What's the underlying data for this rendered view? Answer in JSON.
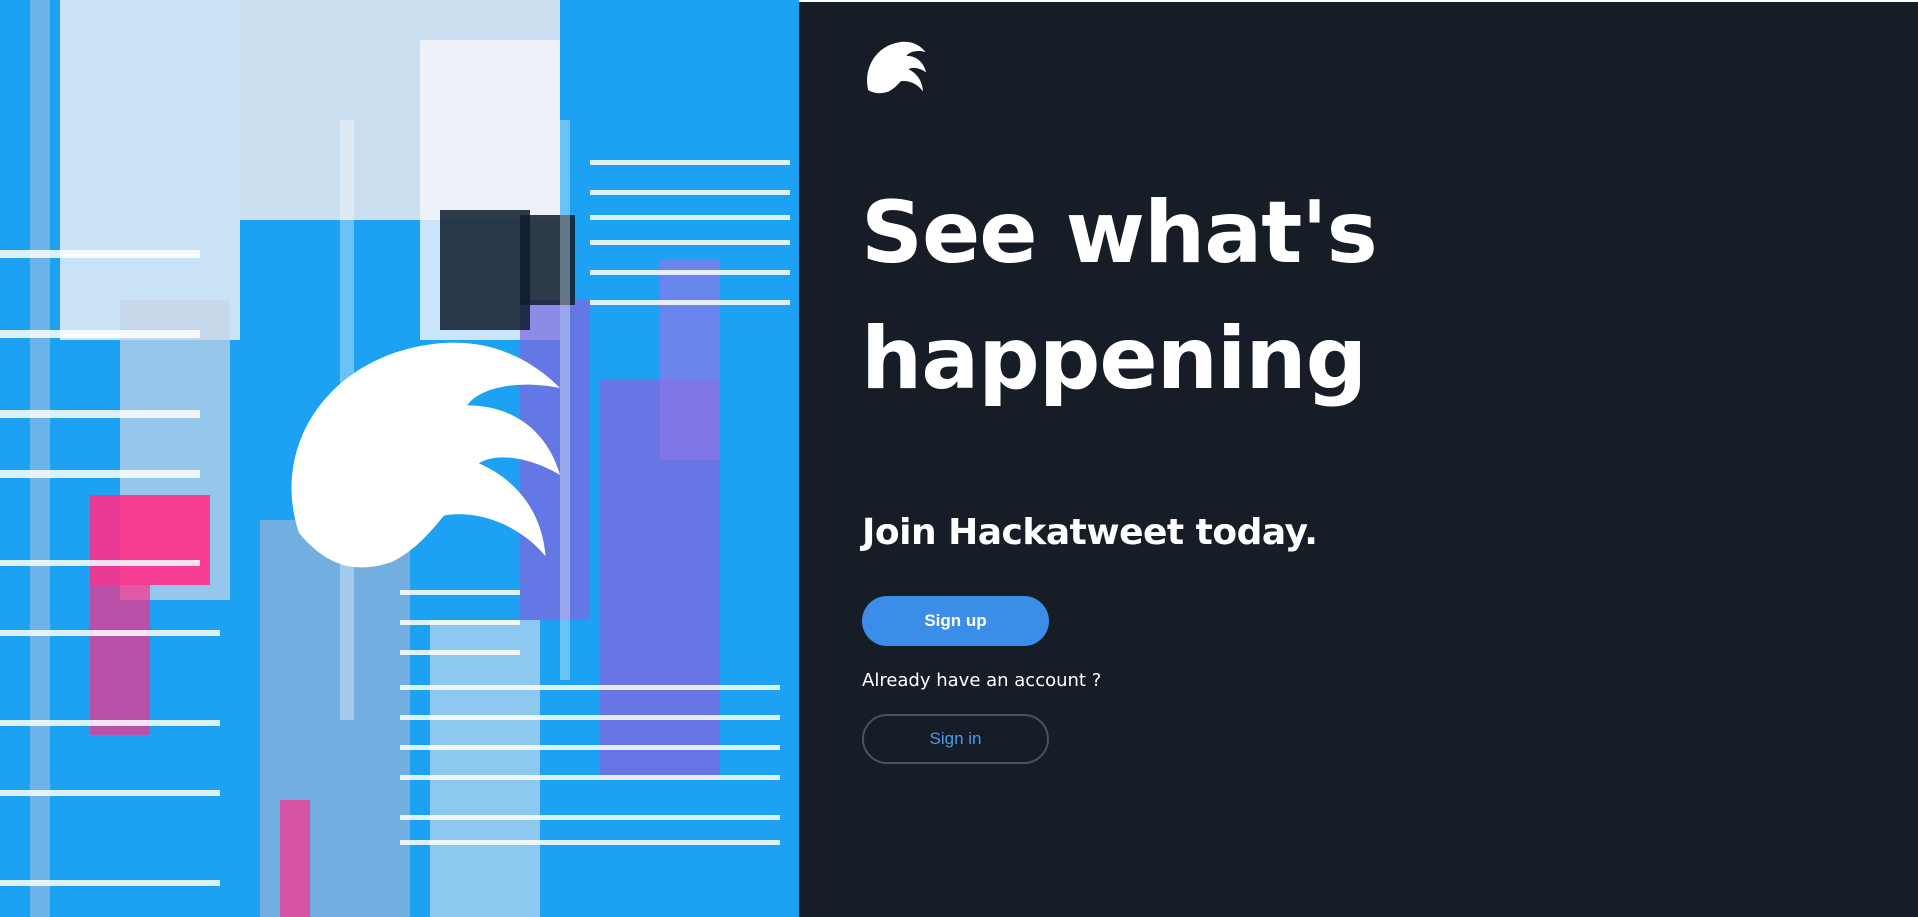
{
  "hero": {
    "background_color": "#1da1f2",
    "accent_colors": [
      "#1da1f2",
      "#7b6be0",
      "#ff2d8a",
      "#e9eef6",
      "#0a1a2a"
    ],
    "logo_icon": "feather-bird-logo-icon"
  },
  "panel": {
    "background_color": "#161d26",
    "logo_icon": "feather-bird-logo-icon",
    "headline_line1": "See what's",
    "headline_line2": "happening",
    "subheading": "Join Hackatweet today.",
    "signup_label": "Sign up",
    "signup_color": "#3b8ee8",
    "already_text": "Already have an account ?",
    "signin_label": "Sign in",
    "signin_color": "#4a99ec"
  }
}
